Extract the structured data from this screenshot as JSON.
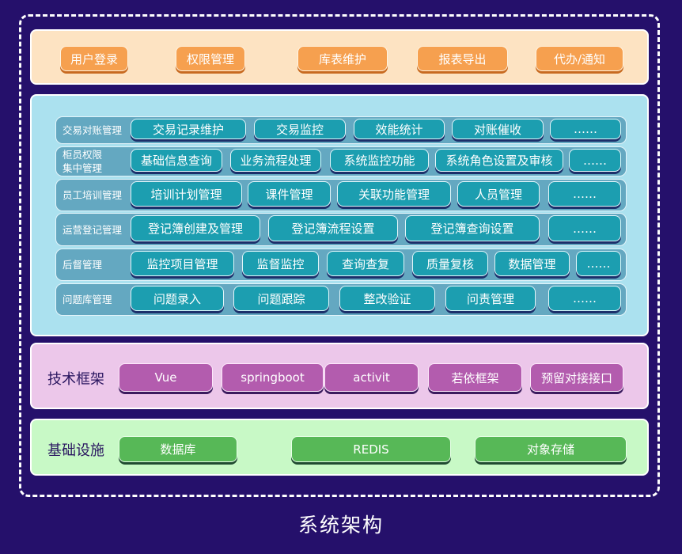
{
  "top_layer": {
    "items": [
      "用户登录",
      "权限管理",
      "库表维护",
      "报表导出",
      "代办/通知"
    ]
  },
  "business_layer": {
    "rows": [
      {
        "label": "交易对账管理",
        "items": [
          "交易记录维护",
          "交易监控",
          "效能统计",
          "对账催收",
          "……"
        ]
      },
      {
        "label": "柜员权限\n集中管理",
        "items": [
          "基础信息查询",
          "业务流程处理",
          "系统监控功能",
          "系统角色设置及审核",
          "……"
        ]
      },
      {
        "label": "员工培训管理",
        "items": [
          "培训计划管理",
          "课件管理",
          "关联功能管理",
          "人员管理",
          "……"
        ]
      },
      {
        "label": "运营登记管理",
        "items": [
          "登记簿创建及管理",
          "登记簿流程设置",
          "登记簿查询设置",
          "……"
        ]
      },
      {
        "label": "后督管理",
        "items": [
          "监控项目管理",
          "监督监控",
          "查询查复",
          "质量复核",
          "数据管理",
          "……"
        ]
      },
      {
        "label": "问题库管理",
        "items": [
          "问题录入",
          "问题跟踪",
          "整改验证",
          "问责管理",
          "……"
        ]
      }
    ]
  },
  "tech_layer": {
    "label": "技术框架",
    "items": [
      "Vue",
      "springboot",
      "activit",
      "若依框架",
      "预留对接接口"
    ]
  },
  "infra_layer": {
    "label": "基础设施",
    "items": [
      "数据库",
      "REDIS",
      "对象存储"
    ]
  },
  "title": "系统架构",
  "colors": {
    "background": "#25106b",
    "top": "#fde3c2",
    "top_button": "#f6a04f",
    "business": "#abe1ef",
    "business_button": "#1c9eb0",
    "tech": "#ecc7ea",
    "tech_button": "#b35cae",
    "infra": "#c8f9c6",
    "infra_button": "#57b857"
  }
}
